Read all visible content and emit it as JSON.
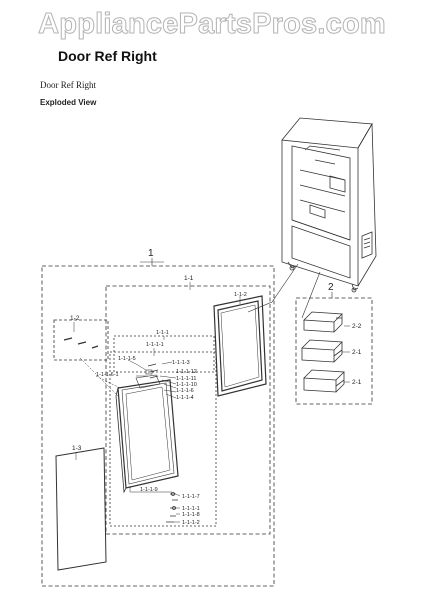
{
  "watermark": "AppliancePartsPros.com",
  "page_title": "Door Ref Right",
  "subtitle": "Door Ref Right",
  "view_label": "Exploded View",
  "labels": {
    "group_1": "1",
    "group_1_1": "1-1",
    "door_1_1_1": "1-1-1",
    "door_1_1_1_1": "1-1-1-1",
    "p_1_1_1_5": "1-1-1-5",
    "p_1_1_1_3": "1-1-1-3",
    "p_1_1_1_6_1": "1-1-1-6-1",
    "p_1_1_1_12": "1-1-1-12",
    "p_1_1_1_11": "1-1-1-11",
    "p_1_1_1_10": "1-1-1-10",
    "p_1_1_1_6": "1-1-1-6",
    "p_1_1_1_4": "1-1-1-4",
    "p_1_1_1_9": "1-1-1-9",
    "p_1_1_1_7": "1-1-1-7",
    "p_1_1_1_1": "1-1-1-1",
    "p_1_1_1_8": "1-1-1-8",
    "p_1_1_1_2": "1-1-1-2",
    "gasket_1_1_2": "1-1-2",
    "hinge_1_2": "1-2",
    "cover_1_3": "1-3",
    "group_2": "2",
    "bin_2_2": "2-2",
    "bin_2_1a": "2-1",
    "bin_2_1b": "2-1"
  }
}
